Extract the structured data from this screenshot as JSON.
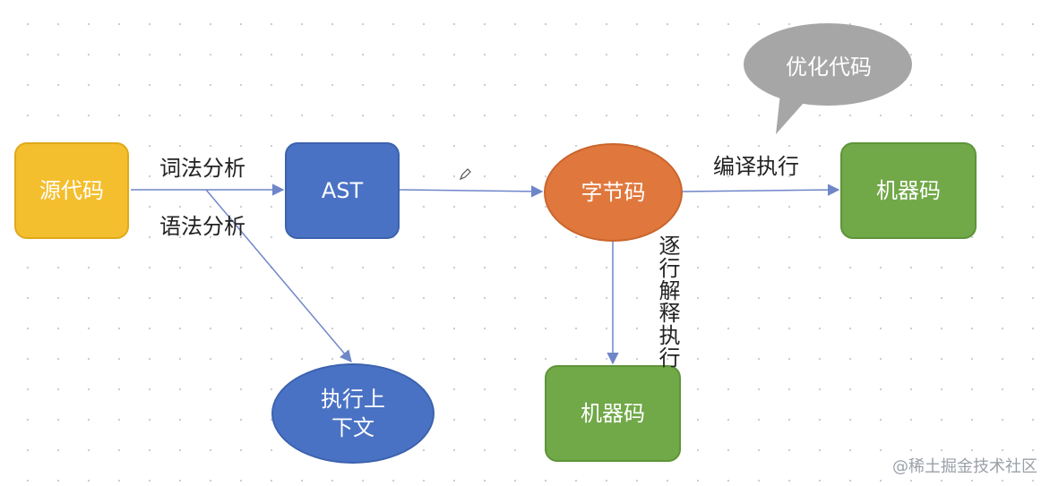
{
  "nodes": {
    "source_code": "源代码",
    "ast": "AST",
    "bytecode": "字节码",
    "machine_code_compiled": "机器码",
    "machine_code_interpreted": "机器码",
    "exec_context_line1": "执行上",
    "exec_context_line2": "下文"
  },
  "edge_labels": {
    "lexical_analysis": "词法分析",
    "syntax_analysis": "语法分析",
    "compile_execute": "编译执行",
    "interpret_line_by_line": "逐行解释执行"
  },
  "bubble": {
    "text": "优化代码"
  },
  "watermark": "@稀土掘金技术社区",
  "colors": {
    "source_code": "#f4bf2e",
    "ast": "#4a72c4",
    "bytecode": "#e0783d",
    "machine_code": "#71a848",
    "exec_context": "#4a72c4",
    "bubble": "#a6a6a6",
    "arrow": "#6f86c9"
  }
}
